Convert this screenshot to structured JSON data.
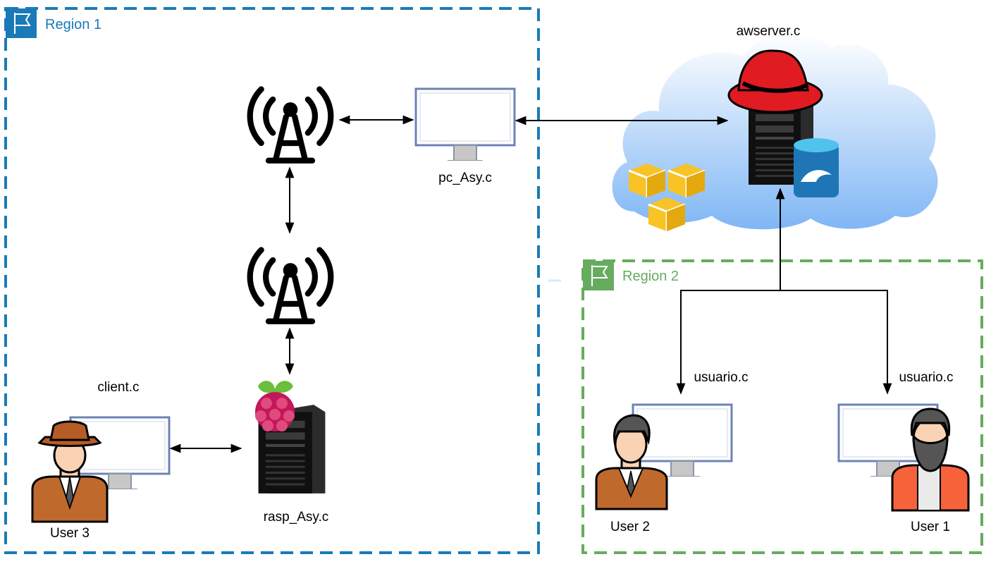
{
  "regions": [
    {
      "id": "region1",
      "title": "Region 1",
      "color": "#1a7ab8"
    },
    {
      "id": "region2",
      "title": "Region 2",
      "color": "#67ab5f"
    }
  ],
  "nodes": {
    "server": {
      "label": "awserver.c",
      "icon": "redhat-server-icon"
    },
    "pc": {
      "label": "pc_Asy.c",
      "icon": "monitor-icon"
    },
    "tower_top": {
      "icon": "radio-tower-icon"
    },
    "tower_bottom": {
      "icon": "radio-tower-icon"
    },
    "rasp": {
      "label": "rasp_Asy.c",
      "icon": "raspberry-pi-server-icon"
    },
    "client": {
      "label": "client.c",
      "icon": "monitor-icon"
    },
    "user3": {
      "label": "User 3",
      "icon": "cowboy-user-icon"
    },
    "usuario_left": {
      "label": "usuario.c",
      "icon": "monitor-icon"
    },
    "usuario_right": {
      "label": "usuario.c",
      "icon": "monitor-icon"
    },
    "user2": {
      "label": "User 2",
      "icon": "businessman-user-icon"
    },
    "user1": {
      "label": "User 1",
      "icon": "bearded-user-icon"
    }
  },
  "colors": {
    "cloud_top": "#ffffff",
    "cloud_bottom": "#7fb6f5",
    "aws_cube": "#f7c325",
    "redhat": "#e01b22",
    "mariadb": "#1f76b7",
    "monitor_frame": "#6c83b7"
  }
}
